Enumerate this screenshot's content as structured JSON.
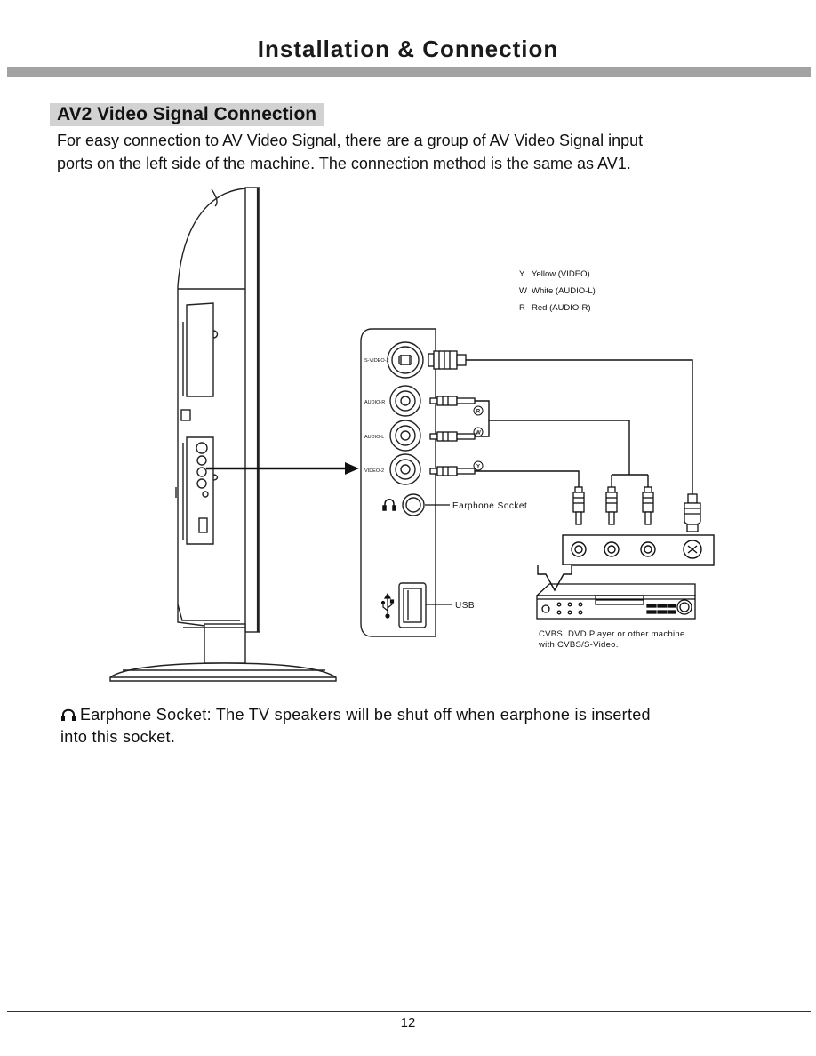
{
  "header": {
    "title": "Installation & Connection"
  },
  "section": {
    "heading": "AV2 Video Signal Connection",
    "intro_line1": "For easy connection to AV Video Signal, there are a group of AV Video Signal input",
    "intro_line2": "ports on the left side of the machine. The connection method is the same as AV1."
  },
  "diagram": {
    "legend": [
      {
        "code": "Y",
        "desc": "Yellow (VIDEO)"
      },
      {
        "code": "W",
        "desc": "White (AUDIO-L)"
      },
      {
        "code": "R",
        "desc": "Red (AUDIO-R)"
      }
    ],
    "ports": {
      "svideo": "S-VIDEO-2",
      "audio_r": "AUDIO-R",
      "audio_l": "AUDIO-L",
      "video": "VIDEO-2"
    },
    "plug_marks": {
      "r": "R",
      "w": "W",
      "y": "Y"
    },
    "earphone_label": "Earphone Socket",
    "usb_label": "USB",
    "device_caption_1": "CVBS, DVD Player or other machine",
    "device_caption_2": "with CVBS/S-Video."
  },
  "note": {
    "line1": "Earphone Socket: The TV speakers will be shut off when earphone is inserted",
    "line2": "into this socket."
  },
  "footer": {
    "page_number": "12"
  },
  "icons": [
    "earphone-icon",
    "usb-icon"
  ]
}
